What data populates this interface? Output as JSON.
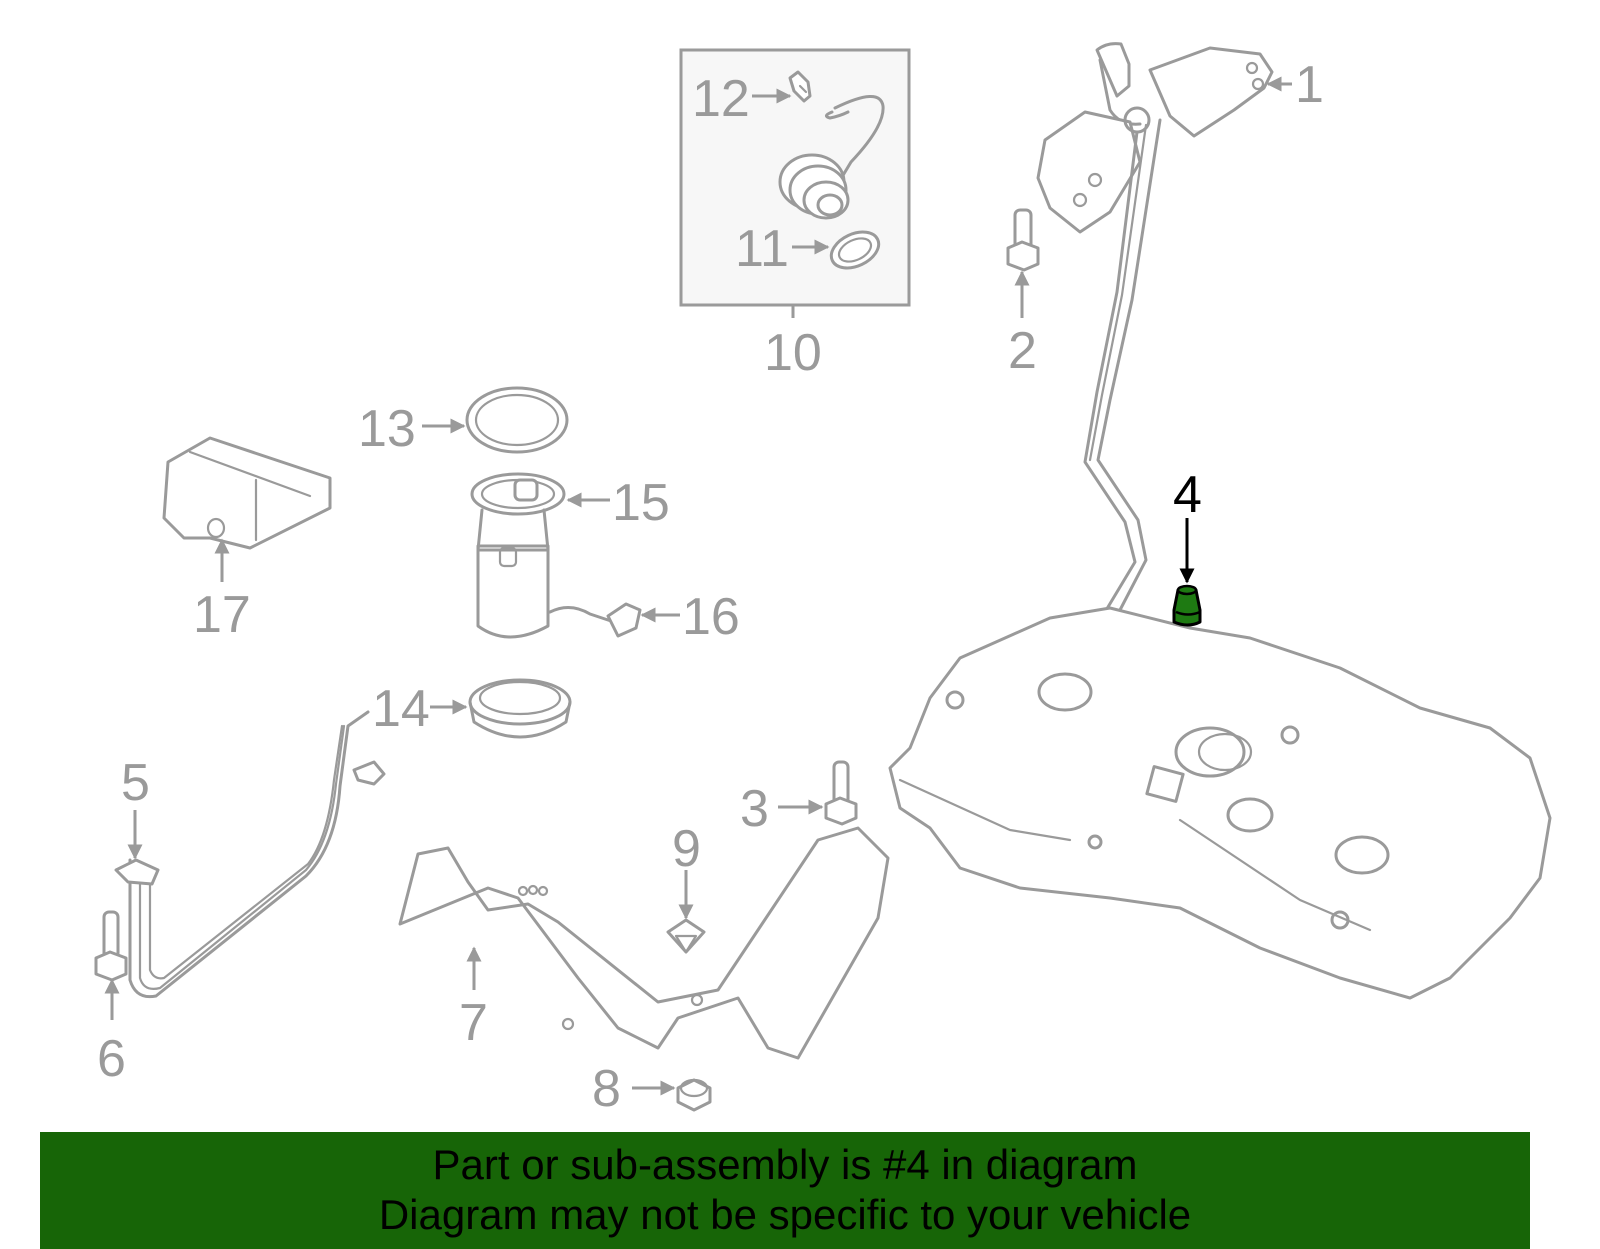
{
  "diagram": {
    "title": "Fuel tank assembly exploded parts diagram",
    "highlighted_callout": "4",
    "colors": {
      "line": "#9a9a9a",
      "highlight_part": "#1e7a12",
      "highlight_text": "#000000",
      "banner": "#176507",
      "inset_box": "#f7f7f7"
    },
    "callouts": [
      {
        "id": "1",
        "label": "1"
      },
      {
        "id": "2",
        "label": "2"
      },
      {
        "id": "3",
        "label": "3"
      },
      {
        "id": "4",
        "label": "4"
      },
      {
        "id": "5",
        "label": "5"
      },
      {
        "id": "6",
        "label": "6"
      },
      {
        "id": "7",
        "label": "7"
      },
      {
        "id": "8",
        "label": "8"
      },
      {
        "id": "9",
        "label": "9"
      },
      {
        "id": "10",
        "label": "10"
      },
      {
        "id": "11",
        "label": "11"
      },
      {
        "id": "12",
        "label": "12"
      },
      {
        "id": "13",
        "label": "13"
      },
      {
        "id": "14",
        "label": "14"
      },
      {
        "id": "15",
        "label": "15"
      },
      {
        "id": "16",
        "label": "16"
      },
      {
        "id": "17",
        "label": "17"
      }
    ]
  },
  "banner": {
    "line1": "Part or sub-assembly is #4 in diagram",
    "line2": "Diagram may not be specific to your vehicle"
  }
}
